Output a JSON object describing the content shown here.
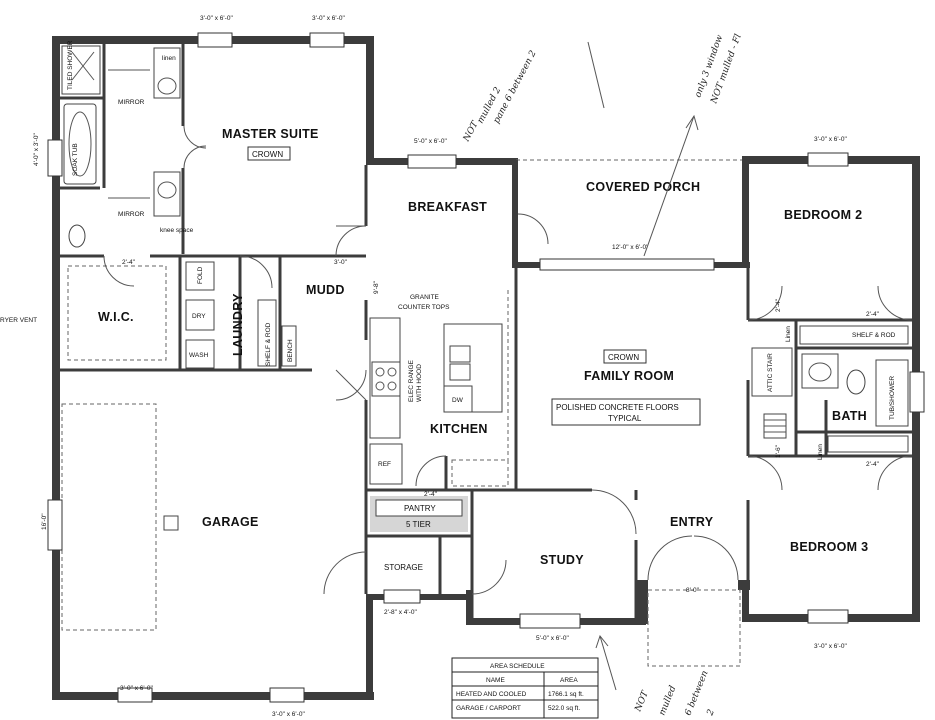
{
  "rooms": {
    "master_suite": "MASTER SUITE",
    "crown_master": "CROWN",
    "breakfast": "BREAKFAST",
    "covered_porch": "COVERED PORCH",
    "bedroom2": "BEDROOM 2",
    "mudd": "MUDD",
    "laundry": "LAUNDRY",
    "wic": "W.I.C.",
    "kitchen": "KITCHEN",
    "family_room": "FAMILY ROOM",
    "crown_family": "CROWN",
    "floors_note_1": "POLISHED CONCRETE FLOORS",
    "floors_note_2": "TYPICAL",
    "bath": "BATH",
    "garage": "GARAGE",
    "pantry": "PANTRY",
    "five_tier": "5 TIER",
    "storage": "STORAGE",
    "study": "STUDY",
    "entry": "ENTRY",
    "bedroom3": "BEDROOM 3"
  },
  "fixtures": {
    "tiled_shower": "TILED SHOWER",
    "soak_tub": "SOAK TUB",
    "mirror_1": "MIRROR",
    "mirror_2": "MIRROR",
    "knee_space": "knee space",
    "linen_master": "linen",
    "fold": "FOLD",
    "dry": "DRY",
    "wash": "WASH",
    "shelf_rod_laundry": "SHELF & ROD",
    "bench": "BENCH",
    "granite_1": "GRANITE",
    "granite_2": "COUNTER TOPS",
    "elec_range_1": "ELEC RANGE",
    "elec_range_2": "WITH HOOD",
    "dw": "DW",
    "ref": "REF",
    "attic_stair": "ATTIC STAIR",
    "linen_1": "Linen",
    "linen_2": "Linen",
    "shelf_rod_bed": "SHELF & ROD",
    "tub_shower": "TUB/SHOWER",
    "dryer_vent": "RYER VENT"
  },
  "dimensions": {
    "w_top_1": "3'-0\" x 6'-0\"",
    "w_top_2": "3'-0\" x 6'-0\"",
    "w_breakfast": "5'-0\" x 6'-0\"",
    "w_bed2": "3'-0\" x 6'-0\"",
    "w_porch": "12'-0\" x 6'-0\"",
    "w_left": "4'-0\" x 3'-0\"",
    "w_garage_side": "16'-0\"",
    "w_garage_bottom": "3'-0\" x 6'-0\"",
    "w_garage_bottom2": "3'-0\" x 6'-0\"",
    "w_storage": "2'-8\" x 4'-0\"",
    "w_study": "5'-0\" x 6'-0\"",
    "w_bed3": "3'-0\" x 6'-0\"",
    "door_entry": "8'-0\"",
    "door_pantry": "2'-4\"",
    "door_mudd": "3'-0\"",
    "ceiling": "9'-8\"",
    "door_wic": "2'-4\"",
    "door_bed2": "2'-4\"",
    "door_bed3": "2'-4\"",
    "door_attic": "2'-4\"",
    "door_linen": "1'-6\""
  },
  "schedule": {
    "title": "AREA SCHEDULE",
    "headers": [
      "NAME",
      "AREA"
    ],
    "rows": [
      [
        "HEATED AND COOLED",
        "1766.1 sq ft."
      ],
      [
        "GARAGE / CARPORT",
        "522.0 sq ft."
      ]
    ]
  },
  "handwritten": {
    "note_top_1": "NOT",
    "note_top_2": "mulled 2",
    "note_top_3": "pane 6 between 2",
    "note_right_1": "only 3 window",
    "note_right_2": "NOT mulled - Fl",
    "note_bottom_1": "NOT",
    "note_bottom_2": "mulled",
    "note_bottom_3": "6 between",
    "note_bottom_4": "2"
  },
  "colors": {
    "wall": "#3c3c3c",
    "background": "#ffffff",
    "text": "#111111"
  }
}
